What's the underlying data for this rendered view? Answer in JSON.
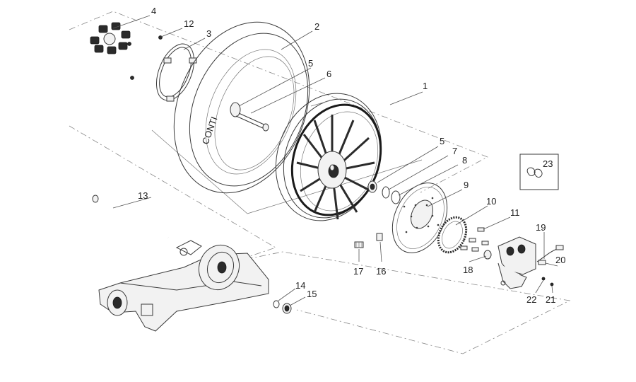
{
  "diagram": {
    "callouts": [
      {
        "id": "c1",
        "label": "1"
      },
      {
        "id": "c2",
        "label": "2"
      },
      {
        "id": "c3",
        "label": "3"
      },
      {
        "id": "c4",
        "label": "4"
      },
      {
        "id": "c5a",
        "label": "5"
      },
      {
        "id": "c5b",
        "label": "5"
      },
      {
        "id": "c6",
        "label": "6"
      },
      {
        "id": "c7",
        "label": "7"
      },
      {
        "id": "c8",
        "label": "8"
      },
      {
        "id": "c9",
        "label": "9"
      },
      {
        "id": "c10",
        "label": "10"
      },
      {
        "id": "c11",
        "label": "11"
      },
      {
        "id": "c12",
        "label": "12"
      },
      {
        "id": "c13",
        "label": "13"
      },
      {
        "id": "c14",
        "label": "14"
      },
      {
        "id": "c15",
        "label": "15"
      },
      {
        "id": "c16",
        "label": "16"
      },
      {
        "id": "c17",
        "label": "17"
      },
      {
        "id": "c18",
        "label": "18"
      },
      {
        "id": "c19",
        "label": "19"
      },
      {
        "id": "c20",
        "label": "20"
      },
      {
        "id": "c21",
        "label": "21"
      },
      {
        "id": "c22",
        "label": "22"
      },
      {
        "id": "c23",
        "label": "23"
      }
    ]
  }
}
